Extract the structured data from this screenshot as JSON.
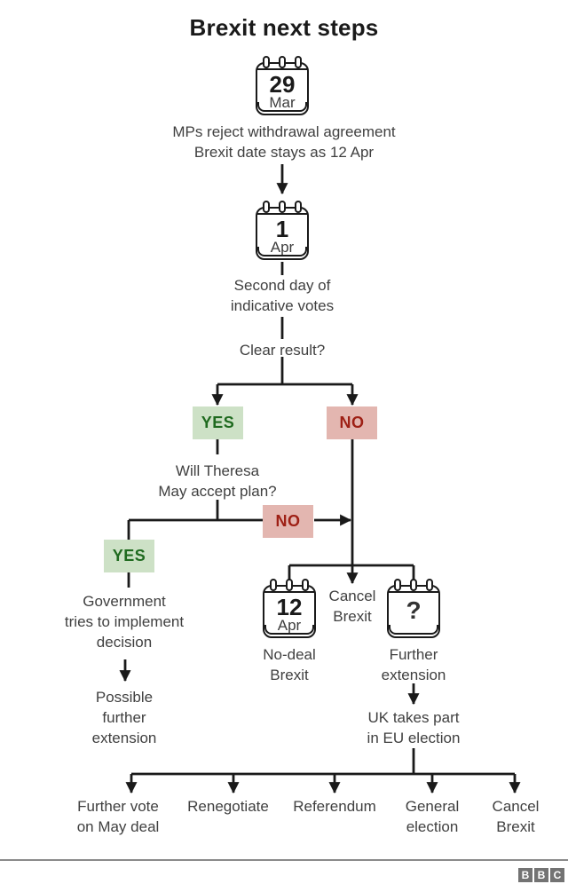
{
  "title": "Brexit next steps",
  "flow": {
    "cal_29": {
      "day": "29",
      "month": "Mar"
    },
    "mps_reject": "MPs reject withdrawal agreement\nBrexit date stays as 12 Apr",
    "cal_1": {
      "day": "1",
      "month": "Apr"
    },
    "second_day": "Second day of\nindicative votes",
    "clear_result": "Clear result?",
    "yes_1": "YES",
    "no_1": "NO",
    "theresa": "Will Theresa\nMay accept plan?",
    "no_2": "NO",
    "yes_2": "YES",
    "government": "Government\ntries to implement\ndecision",
    "possible": "Possible\nfurther\nextension",
    "cal_12": {
      "day": "12",
      "month": "Apr"
    },
    "cancel_mid": "Cancel\nBrexit",
    "cal_q": {
      "day": "?"
    },
    "no_deal": "No-deal\nBrexit",
    "further_extension": "Further\nextension",
    "uk_election": "UK takes part\nin EU election",
    "outcomes": [
      "Further vote\non May deal",
      "Renegotiate",
      "Referendum",
      "General\nelection",
      "Cancel\nBrexit"
    ]
  },
  "colors": {
    "line": "#1a1a1a",
    "yes_bg": "#cde1c6",
    "yes_text": "#1f6a1f",
    "no_bg": "#e3b6b0",
    "no_text": "#9e2015"
  },
  "footer": {
    "logo_letters": [
      "B",
      "B",
      "C"
    ]
  }
}
